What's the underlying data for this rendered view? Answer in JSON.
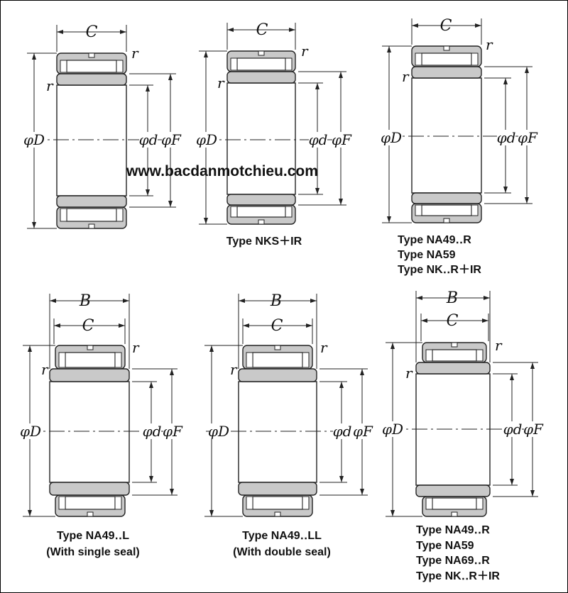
{
  "watermark": "www.bacdanmotchieu.com",
  "dims": {
    "B": "B",
    "C": "C",
    "r": "r",
    "D": "φD",
    "d": "φd",
    "F": "φF"
  },
  "panels": [
    {
      "captions": []
    },
    {
      "captions": [
        "Type NKS＋IR"
      ]
    },
    {
      "captions": [
        "Type NA49‥R",
        "Type NA59",
        "Type NK‥R＋IR"
      ]
    },
    {
      "captions": [
        "Type NA49‥L",
        "(With single seal)"
      ]
    },
    {
      "captions": [
        "Type NA49‥LL",
        "(With double seal)"
      ]
    },
    {
      "captions": [
        "Type NA49‥R",
        "Type NA59",
        "Type NA69‥R",
        "Type NK‥R＋IR"
      ]
    }
  ],
  "colors": {
    "ring": "#c9c9c9",
    "line": "#222222"
  }
}
